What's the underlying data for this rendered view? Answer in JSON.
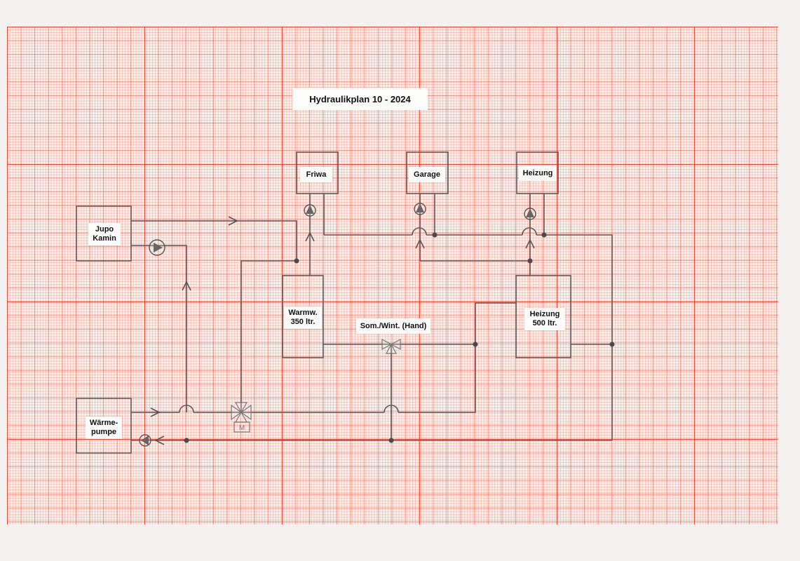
{
  "title": "Hydraulikplan  10  -  2024",
  "labels": {
    "jupo_kamin": "Jupo\nKamin",
    "friwa": "Friwa",
    "garage": "Garage",
    "heizung_top": "Heizung",
    "warmwasser": "Warmw.\n350 ltr.",
    "som_wint": "Som./Wint. (Hand)",
    "heizung_tank": "Heizung\n500 ltr.",
    "waermepumpe": "Wärme-\npumpe"
  },
  "valve_letter": "M"
}
